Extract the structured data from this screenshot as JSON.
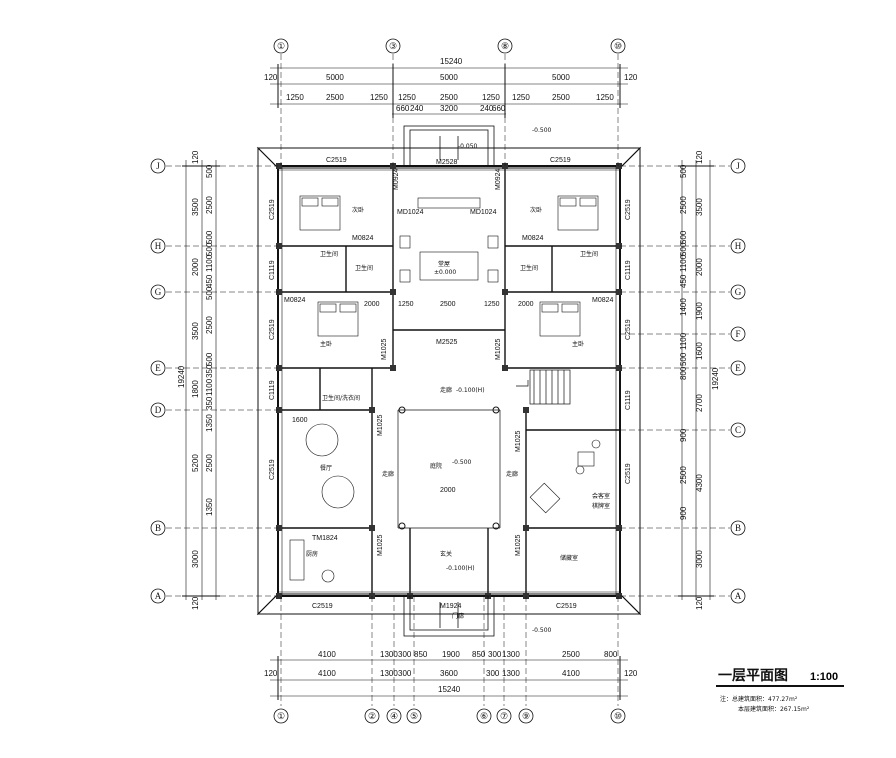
{
  "title": {
    "main": "一层平面图",
    "scale": "1:100",
    "area1": "注：总建筑面积：477.27m²",
    "area2": "本层建筑面积：267.15m²"
  },
  "axes_top": [
    "①",
    "③",
    "⑧",
    "⑩"
  ],
  "axes_bottom": [
    "①",
    "②",
    "④",
    "⑤",
    "⑥",
    "⑦",
    "⑨",
    "⑩"
  ],
  "axes_left": [
    "J",
    "H",
    "G",
    "E",
    "D",
    "B",
    "A"
  ],
  "axes_right": [
    "J",
    "H",
    "G",
    "F",
    "E",
    "C",
    "B",
    "A"
  ],
  "dims_top": {
    "total": "15240",
    "a": "5000",
    "b": "5000",
    "c": "5000",
    "edge": "120",
    "row3": [
      "1250",
      "2500",
      "1250",
      "1250",
      "2500",
      "1250",
      "1250",
      "2500",
      "1250"
    ],
    "row4": [
      "660",
      "240",
      "3200",
      "240",
      "660"
    ]
  },
  "dims_bottom": {
    "total": "15240",
    "edge": "120",
    "row1": [
      "4100",
      "1300",
      "300",
      "850",
      "1900",
      "850",
      "300",
      "1300",
      "2500",
      "800"
    ],
    "row2": [
      "4100",
      "1300",
      "300",
      "3600",
      "300",
      "1300",
      "4100"
    ]
  },
  "dims_left": {
    "total": "19240",
    "seg": [
      "120",
      "3500",
      "2000",
      "3500",
      "1800",
      "5200",
      "3000",
      "120"
    ],
    "sub": [
      "500",
      "2500",
      "500",
      "500",
      "1100",
      "450",
      "500",
      "2500",
      "500",
      "350",
      "1100",
      "350",
      "1350",
      "2500",
      "1350"
    ]
  },
  "dims_right": {
    "total": "19240",
    "seg": [
      "120",
      "3500",
      "2000",
      "1900",
      "1600",
      "2700",
      "4300",
      "3000",
      "120"
    ],
    "sub": [
      "500",
      "2500",
      "500",
      "500",
      "1100",
      "450",
      "1400",
      "1100",
      "500",
      "800",
      "900",
      "2500",
      "900"
    ]
  },
  "rooms": {
    "bedroom2a": "次卧",
    "bedroom2b": "次卧",
    "bath1": "卫生间",
    "bath2": "卫生间",
    "bath3": "卫生间",
    "bath4": "卫生间",
    "hall": "堂屋",
    "hall_elev": "±0.000",
    "master1": "主卧",
    "master2": "主卧",
    "corridor": "走廊",
    "corridor_elev": "-0.100(H)",
    "bath_laundry": "卫生间/洗衣间",
    "dining": "餐厅",
    "courtyard": "庭院",
    "court_elev": "-0.500",
    "aisle_l": "走廊",
    "aisle_r": "走廊",
    "tea": "会客室",
    "tea2": "棋牌室",
    "kitchen": "厨房",
    "foyer": "玄关",
    "foyer_elev": "-0.100(H)",
    "door_main": "门廊",
    "storage": "储藏室",
    "ext_elev": "-0.500",
    "ext_elev_top": "-0.500",
    "top_elev": "-0.050",
    "gate": "M1924"
  },
  "doors": {
    "c2519": "C2519",
    "m2528": "M2528",
    "m0924": "M0924",
    "md1024": "MD1024",
    "m0824": "M0824",
    "c1119": "C1119",
    "m2525": "M2525",
    "m1025": "M1025",
    "tm1824": "TM1824",
    "m1924": "M1924",
    "w1600": "1600",
    "w2000": "2000",
    "w1250": "1250",
    "w2500": "2500"
  }
}
